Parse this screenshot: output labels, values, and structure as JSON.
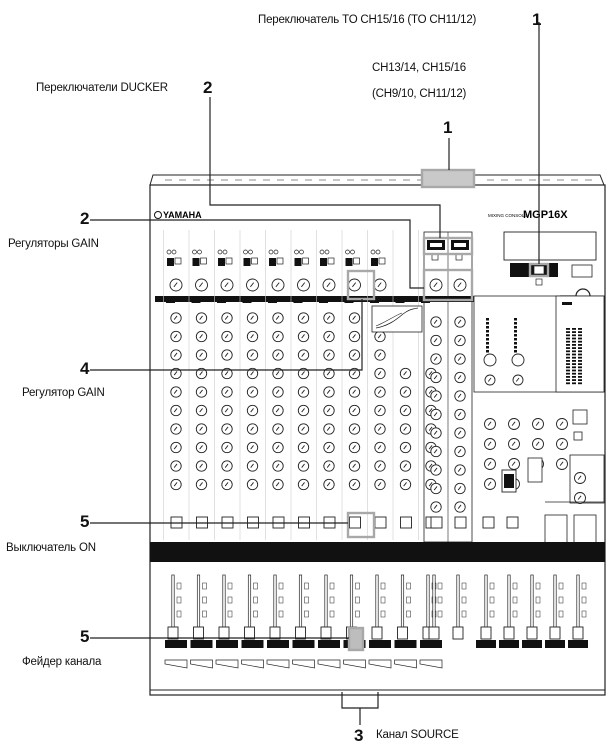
{
  "labels": {
    "to_switch": "Переключатель TO CH15/16 (TO CH11/12)",
    "channels_line1": "CH13/14, CH15/16",
    "channels_line2": "(CH9/10, CH11/12)",
    "ducker": "Переключатели DUCKER",
    "gain_knobs": "Регуляторы GAIN",
    "gain_knob": "Регулятор GAIN",
    "on_switch": "Выключатель ON",
    "fader": "Фейдер канала",
    "source": "Канал SOURCE"
  },
  "callouts": {
    "to_switch": "1",
    "channels": "1",
    "ducker": "2",
    "gain_knobs": "2",
    "gain_knob": "4",
    "on_switch": "5",
    "fader": "5",
    "source": "3"
  },
  "brand": {
    "logo": "YAMAHA",
    "model": "MGP16X",
    "subtitle": "MIXING CONSOLE"
  },
  "colors": {
    "highlight": "#a8a8a8",
    "panel": "#ffffff",
    "strip_band": "#111111",
    "line": "#222222"
  }
}
